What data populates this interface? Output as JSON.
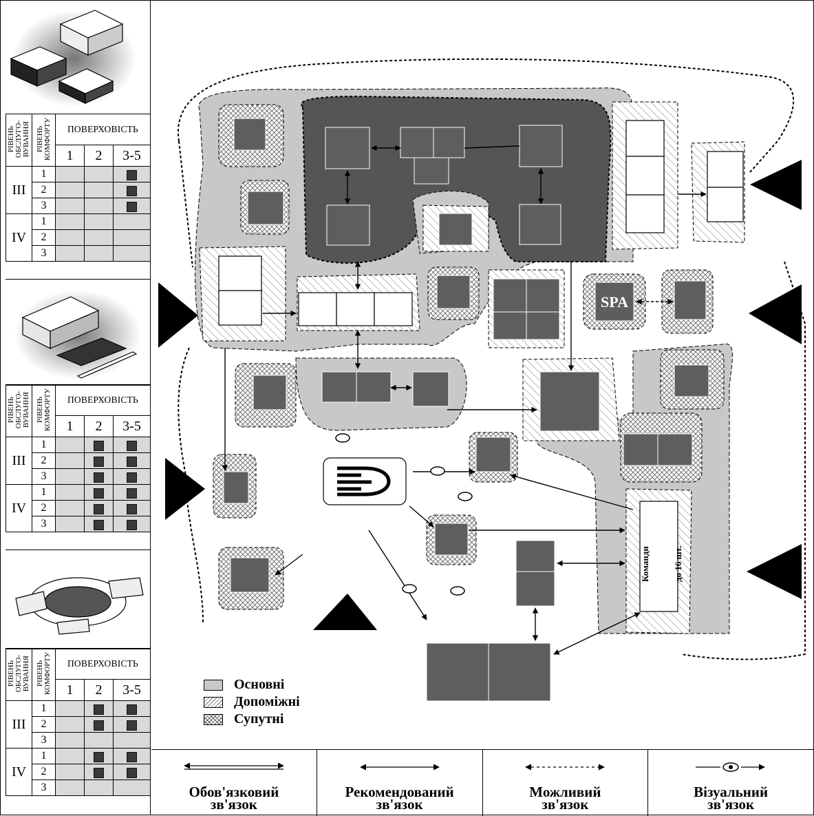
{
  "table_headers": {
    "level_service": "РІВЕНЬ\nОБСЛУГО-\nВУВАННЯ",
    "level_comfort": "РІВЕНЬ\nКОМФОРТУ",
    "floors": "ПОВЕРХОВІСТЬ",
    "floor_cols": [
      "1",
      "2",
      "3-5"
    ]
  },
  "tables": [
    {
      "groups": [
        {
          "level": "III",
          "rows": [
            {
              "n": "1",
              "cells": [
                0,
                0,
                1
              ]
            },
            {
              "n": "2",
              "cells": [
                0,
                0,
                1
              ]
            },
            {
              "n": "3",
              "cells": [
                0,
                0,
                1
              ]
            }
          ]
        },
        {
          "level": "IV",
          "rows": [
            {
              "n": "1",
              "cells": [
                0,
                0,
                0
              ]
            },
            {
              "n": "2",
              "cells": [
                0,
                0,
                0
              ]
            },
            {
              "n": "3",
              "cells": [
                0,
                0,
                0
              ]
            }
          ]
        }
      ]
    },
    {
      "groups": [
        {
          "level": "III",
          "rows": [
            {
              "n": "1",
              "cells": [
                0,
                1,
                1
              ]
            },
            {
              "n": "2",
              "cells": [
                0,
                1,
                1
              ]
            },
            {
              "n": "3",
              "cells": [
                0,
                1,
                1
              ]
            }
          ]
        },
        {
          "level": "IV",
          "rows": [
            {
              "n": "1",
              "cells": [
                0,
                1,
                1
              ]
            },
            {
              "n": "2",
              "cells": [
                0,
                1,
                1
              ]
            },
            {
              "n": "3",
              "cells": [
                0,
                1,
                1
              ]
            }
          ]
        }
      ]
    },
    {
      "groups": [
        {
          "level": "III",
          "rows": [
            {
              "n": "1",
              "cells": [
                0,
                1,
                1
              ]
            },
            {
              "n": "2",
              "cells": [
                0,
                1,
                1
              ]
            },
            {
              "n": "3",
              "cells": [
                0,
                0,
                0
              ]
            }
          ]
        },
        {
          "level": "IV",
          "rows": [
            {
              "n": "1",
              "cells": [
                0,
                1,
                1
              ]
            },
            {
              "n": "2",
              "cells": [
                0,
                1,
                1
              ]
            },
            {
              "n": "3",
              "cells": [
                0,
                0,
                0
              ]
            }
          ]
        }
      ]
    }
  ],
  "diagram": {
    "spa_label": "SPA",
    "teams_label": "Команди",
    "teams_count": "до 16 шт."
  },
  "legend": {
    "main": "Основні",
    "auxiliary": "Допоміжні",
    "related": "Супутні"
  },
  "links": [
    {
      "title": "Обов'язковий",
      "subtitle": "зв'язок"
    },
    {
      "title": "Рекомендований",
      "subtitle": "зв'язок"
    },
    {
      "title": "Можливий",
      "subtitle": "зв'язок"
    },
    {
      "title": "Візуальний",
      "subtitle": "зв'язок"
    }
  ],
  "colors": {
    "icon_tile": "#5e5e5e",
    "zone_main": "#c8c8c8",
    "zone_core": "#555555",
    "grid_fill": "#d9d9d9"
  }
}
